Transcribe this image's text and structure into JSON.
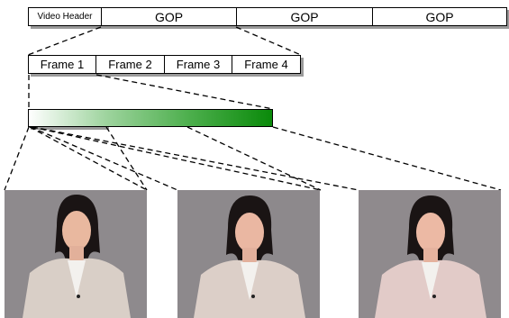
{
  "stream": {
    "video_header": "Video Header",
    "gops": [
      "GOP",
      "GOP",
      "GOP"
    ]
  },
  "gop_frames": [
    "Frame 1",
    "Frame 2",
    "Frame 3",
    "Frame 4"
  ],
  "gradient_colors": [
    "#ffffff",
    "#9fd49f",
    "#4fb04f",
    "#0a8a0a"
  ],
  "photos": [
    {
      "blazer": "#d9cfc7",
      "tint": "#8f8b8e"
    },
    {
      "blazer": "#dccfc8",
      "tint": "#8e8a8d"
    },
    {
      "blazer": "#e2cbc8",
      "tint": "#908b8e"
    }
  ]
}
